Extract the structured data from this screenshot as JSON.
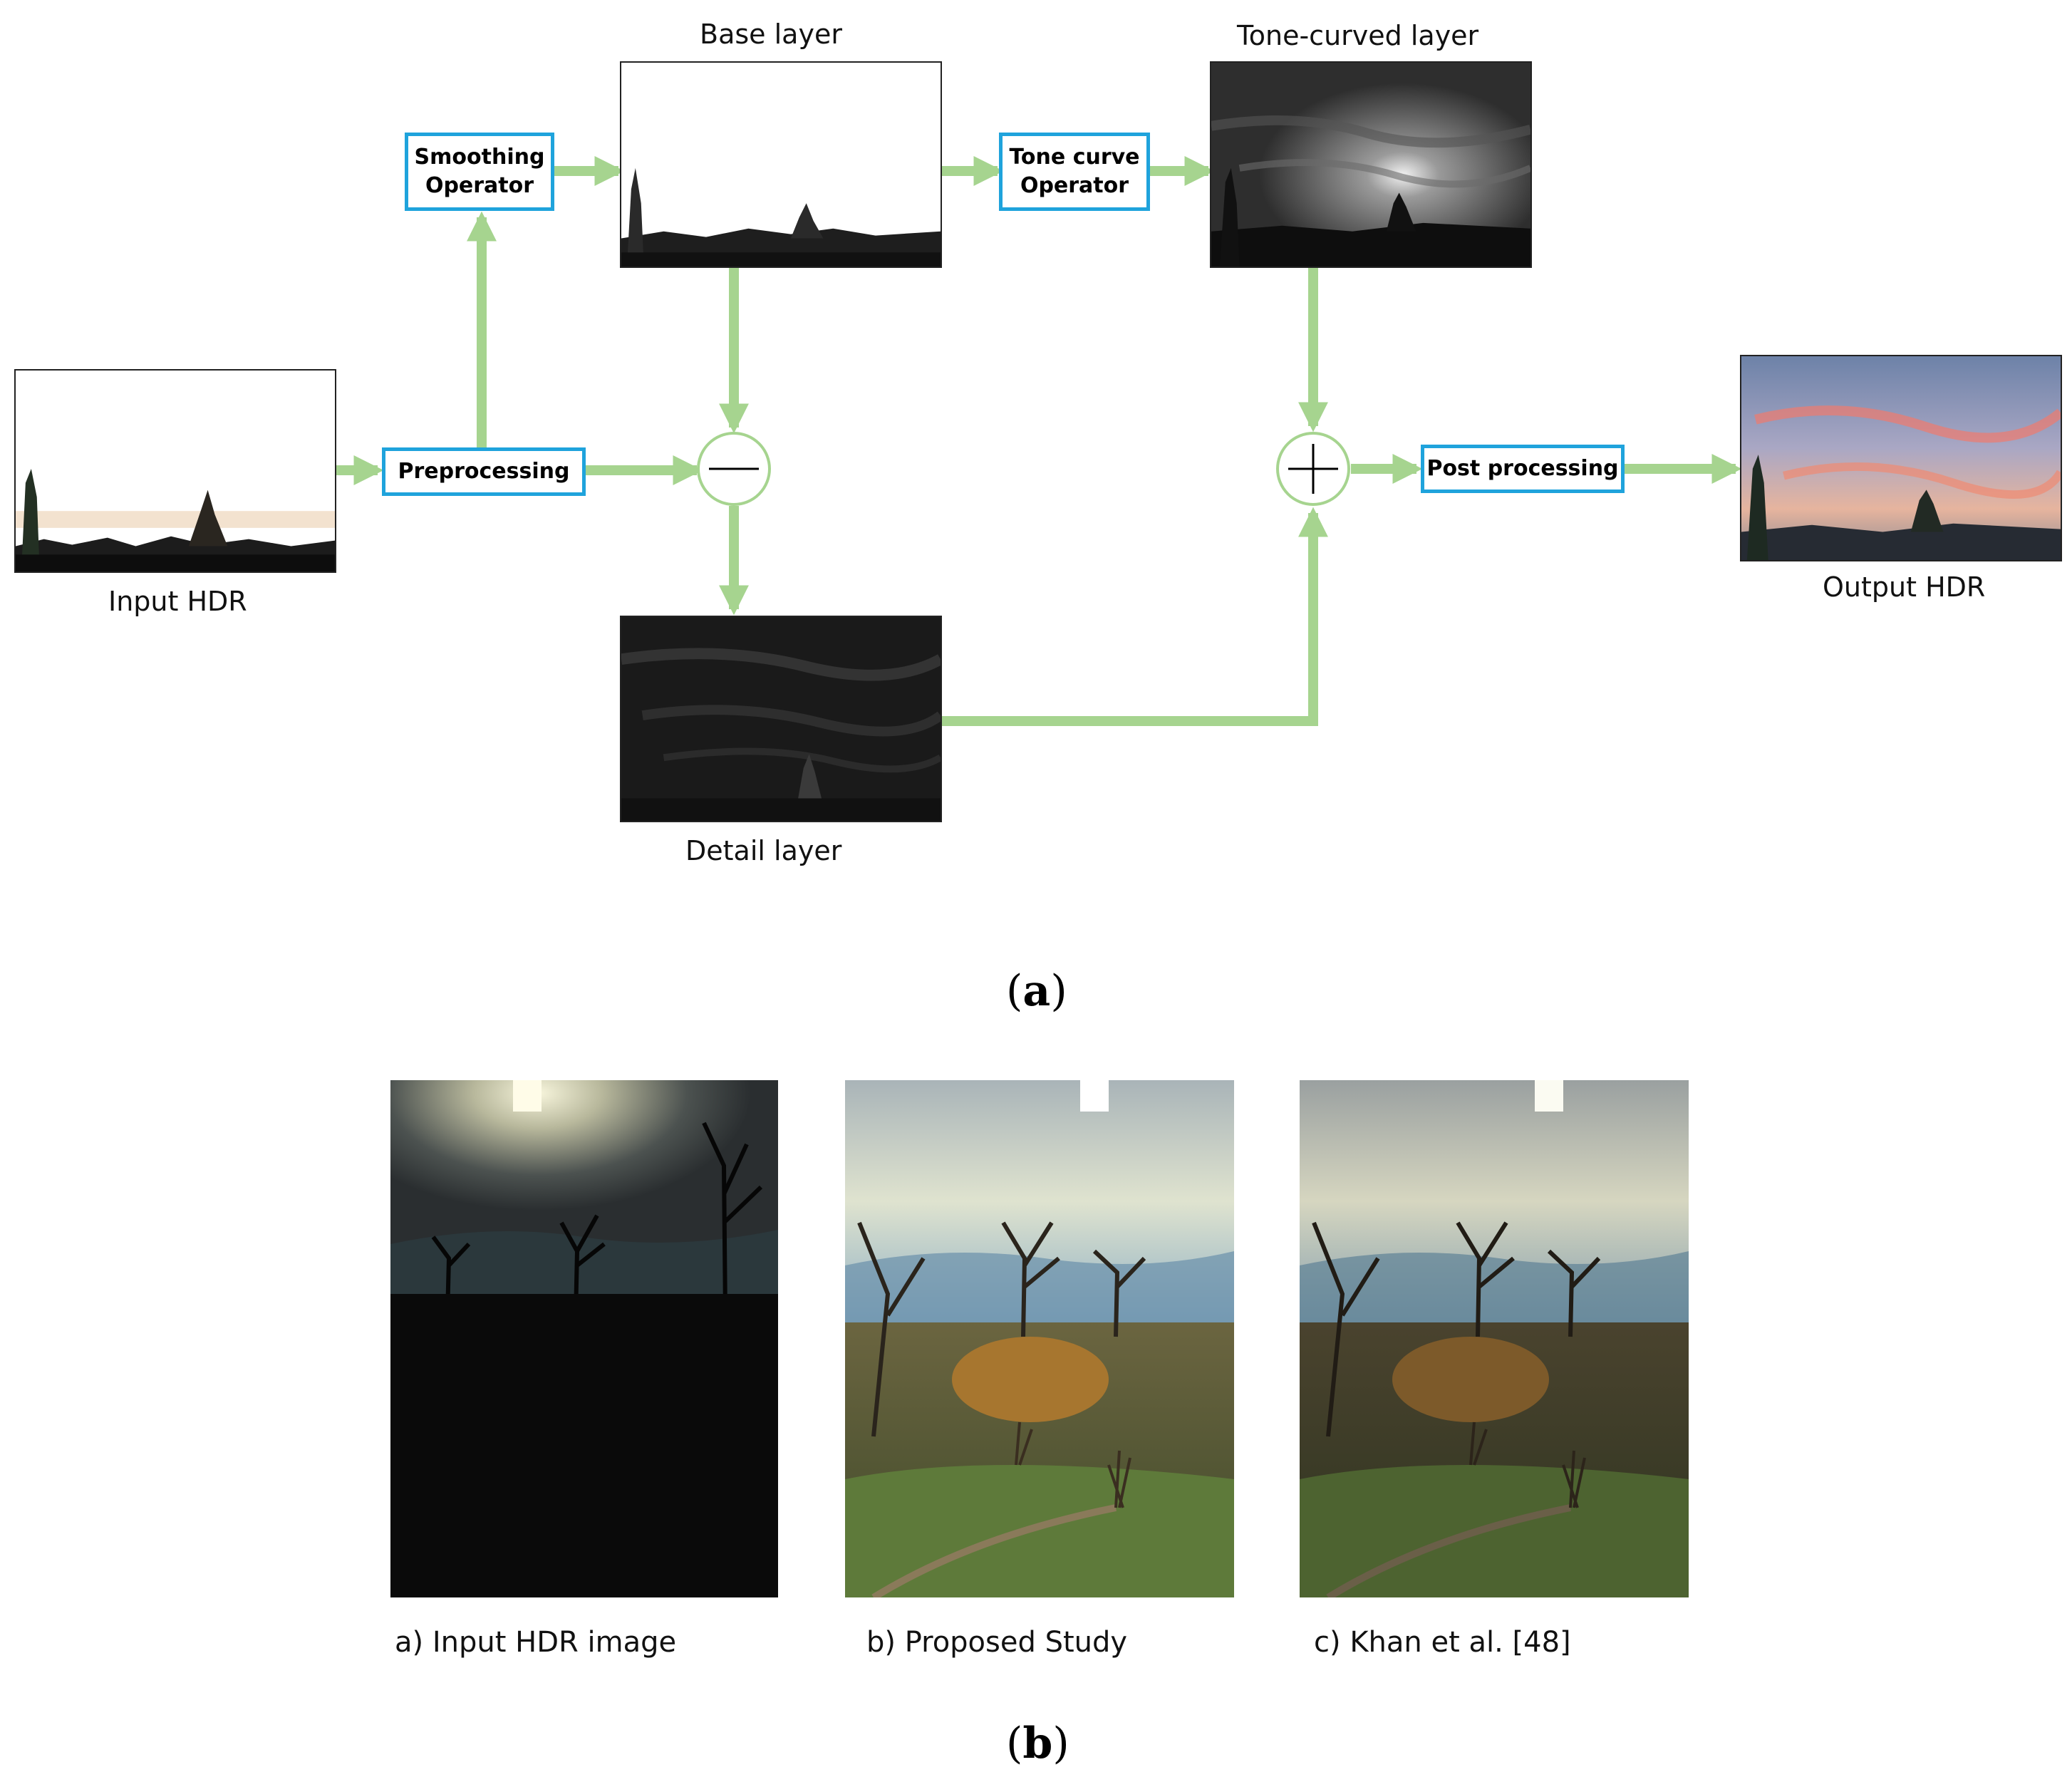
{
  "diagram": {
    "inputs": {
      "input_label": "Input HDR"
    },
    "layers": {
      "base_label": "Base layer",
      "tone_label": "Tone-curved layer",
      "detail_label": "Detail layer",
      "output_label": "Output HDR"
    },
    "operators": {
      "smoothing": "Smoothing\nOperator",
      "preprocessing": "Preprocessing",
      "tone_curve": "Tone curve\nOperator",
      "post_processing": "Post processing"
    },
    "panel_a": {
      "open": "(",
      "letter": "a",
      "close": ")"
    },
    "arrow_color": "#a6d48f",
    "box_border_color": "#1fa3dc"
  },
  "comparison": {
    "captions": {
      "input": "a) Input HDR image",
      "proposed": "b) Proposed Study",
      "khan": "c) Khan et al. [48]"
    },
    "panel_b": {
      "open": "(",
      "letter": "b",
      "close": ")"
    }
  }
}
